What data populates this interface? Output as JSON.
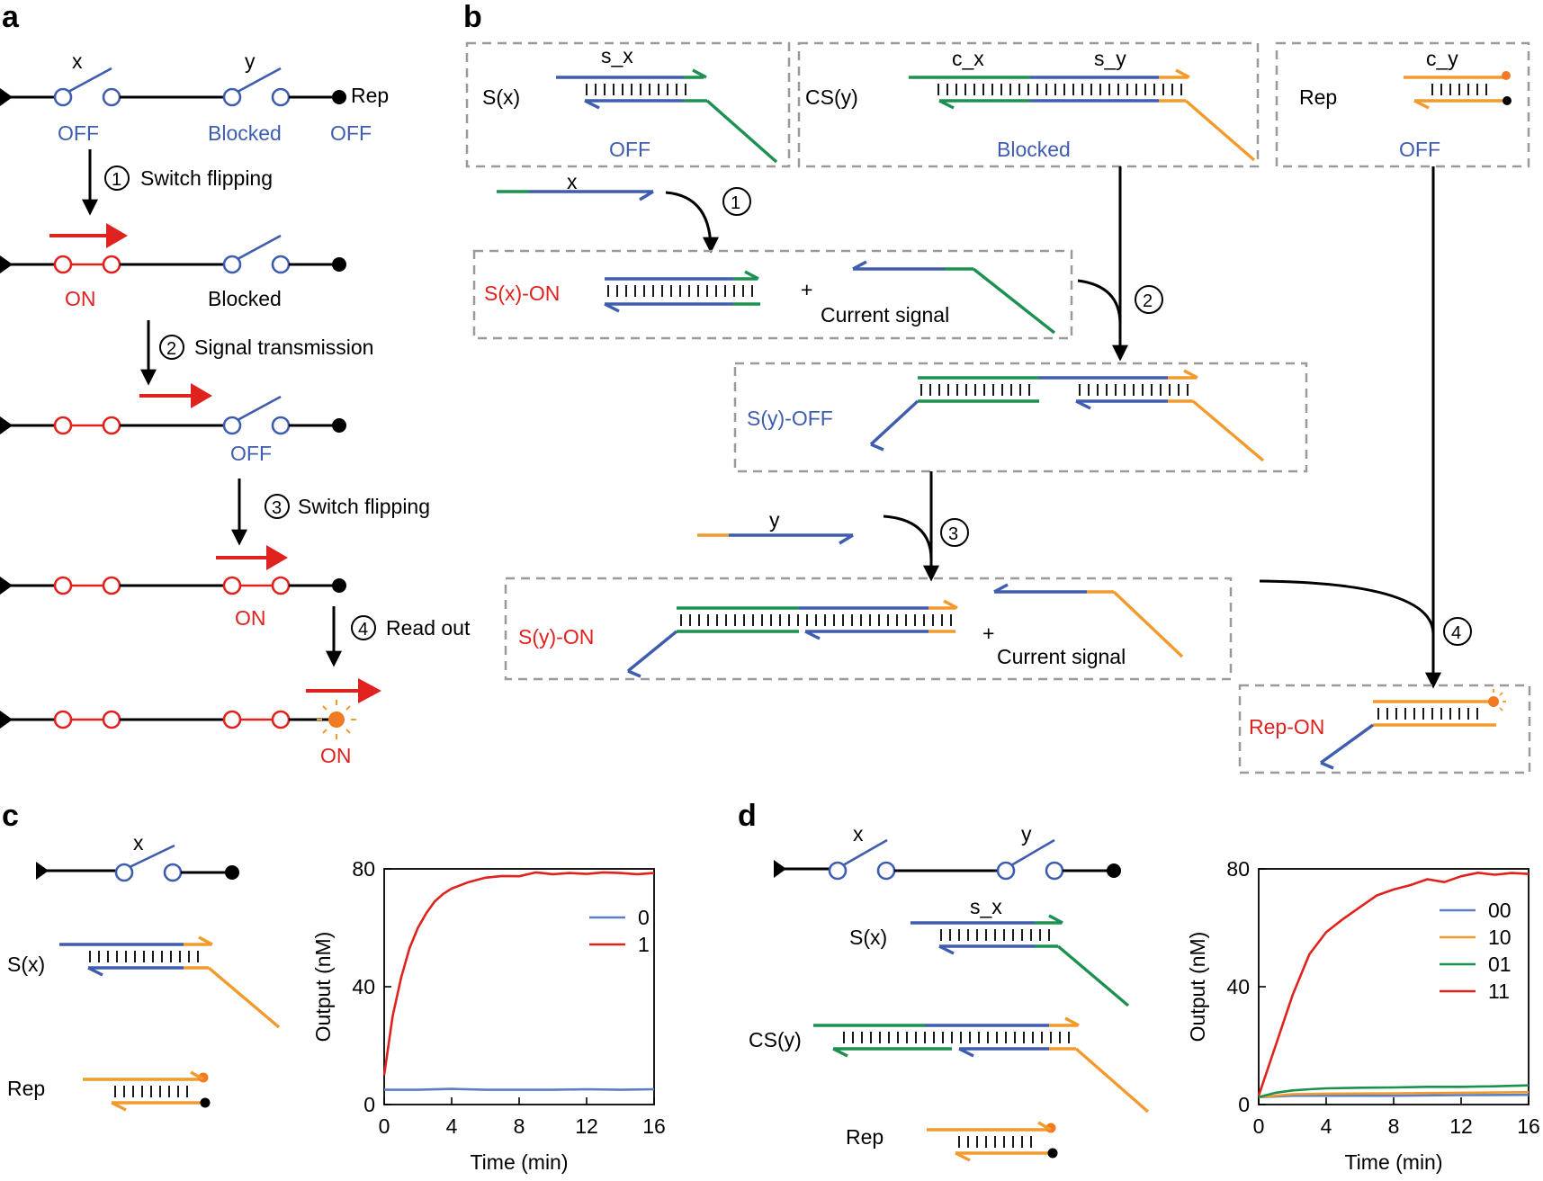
{
  "panels": {
    "a": "a",
    "b": "b",
    "c": "c",
    "d": "d"
  },
  "colors": {
    "blue": "#3F5DAE",
    "green": "#1B9150",
    "orange": "#F39A2D",
    "red": "#E0221F"
  },
  "panel_a": {
    "x_label": "x",
    "y_label": "y",
    "rep_label": "Rep",
    "off_1": "OFF",
    "blocked_1": "Blocked",
    "off_rep": "OFF",
    "step1_num": "1",
    "step1_label": "Switch flipping",
    "on_1": "ON",
    "blocked_2": "Blocked",
    "step2_num": "2",
    "step2_label": "Signal transmission",
    "off_2": "OFF",
    "step3_num": "3",
    "step3_label": "Switch flipping",
    "on_2": "ON",
    "step4_num": "4",
    "step4_label": "Read out",
    "on_3": "ON"
  },
  "panel_b": {
    "sx_box": {
      "name": "S(x)",
      "top_label": "s_x",
      "state": "OFF"
    },
    "csy_box": {
      "name": "CS(y)",
      "top_label_1": "c_x",
      "top_label_2": "s_y",
      "state": "Blocked"
    },
    "rep_box": {
      "name": "Rep",
      "top_label": "c_y",
      "state": "OFF"
    },
    "input_x": "x",
    "input_y": "y",
    "sx_on": {
      "name": "S(x)-ON",
      "plus": "+",
      "signal": "Current signal"
    },
    "sy_off": {
      "name": "S(y)-OFF"
    },
    "sy_on": {
      "name": "S(y)-ON",
      "plus": "+",
      "signal": "Current signal"
    },
    "rep_on": {
      "name": "Rep-ON"
    },
    "steps": [
      "1",
      "2",
      "3",
      "4"
    ]
  },
  "panel_c": {
    "x_label": "x",
    "sx_label": "S(x)",
    "rep_label": "Rep"
  },
  "panel_d": {
    "x_label": "x",
    "y_label": "y",
    "sx_top": "s_x",
    "sx_label": "S(x)",
    "csy_label": "CS(y)",
    "rep_label": "Rep"
  },
  "chart_data": [
    {
      "type": "line",
      "xlabel": "Time (min)",
      "ylabel": "Output (nM)",
      "xlim": [
        0,
        16
      ],
      "ylim": [
        0,
        80
      ],
      "xticks": [
        0,
        4,
        8,
        12,
        16
      ],
      "yticks": [
        0,
        40,
        80
      ],
      "legend_position": "right",
      "series": [
        {
          "name": "0",
          "color": "#5B7FC2",
          "x": [
            0,
            2,
            4,
            6,
            8,
            10,
            12,
            14,
            16
          ],
          "y": [
            5,
            5,
            5.3,
            5,
            5,
            5,
            5.2,
            5,
            5.2
          ]
        },
        {
          "name": "1",
          "color": "#E0221F",
          "x": [
            0,
            0.5,
            1,
            1.5,
            2,
            2.5,
            3,
            3.5,
            4,
            5,
            6,
            7,
            8,
            9,
            10,
            11,
            12,
            13,
            14,
            15,
            16
          ],
          "y": [
            10,
            30,
            43,
            53,
            60,
            65,
            69,
            71.5,
            73.3,
            75.5,
            77,
            77.6,
            77.5,
            78.8,
            78.2,
            78.6,
            78.3,
            78.8,
            78.6,
            78.2,
            78.6
          ]
        }
      ]
    },
    {
      "type": "line",
      "xlabel": "Time (min)",
      "ylabel": "Output (nM)",
      "xlim": [
        0,
        16
      ],
      "ylim": [
        0,
        80
      ],
      "xticks": [
        0,
        4,
        8,
        12,
        16
      ],
      "yticks": [
        0,
        40,
        80
      ],
      "legend_position": "right",
      "series": [
        {
          "name": "00",
          "color": "#5B7FC2",
          "x": [
            0,
            2,
            4,
            8,
            12,
            16
          ],
          "y": [
            2.5,
            3,
            3,
            3,
            3.2,
            3.3
          ]
        },
        {
          "name": "10",
          "color": "#F39A2D",
          "x": [
            0,
            2,
            4,
            8,
            12,
            16
          ],
          "y": [
            2.5,
            3.5,
            3.7,
            3.8,
            4,
            4.2
          ]
        },
        {
          "name": "01",
          "color": "#1B9150",
          "x": [
            0,
            1,
            2,
            3,
            4,
            6,
            8,
            10,
            12,
            14,
            16
          ],
          "y": [
            2.5,
            4,
            4.8,
            5.2,
            5.5,
            5.7,
            5.8,
            6,
            6,
            6.2,
            6.5
          ]
        },
        {
          "name": "11",
          "color": "#E0221F",
          "x": [
            0,
            1,
            2,
            3,
            4,
            5,
            6,
            7,
            8,
            9,
            10,
            11,
            12,
            13,
            14,
            15,
            16
          ],
          "y": [
            3,
            20,
            37,
            51,
            58.5,
            63,
            67,
            71,
            73,
            74.5,
            76.5,
            75.5,
            77.5,
            78.7,
            78,
            78.6,
            78.3
          ]
        }
      ]
    }
  ]
}
